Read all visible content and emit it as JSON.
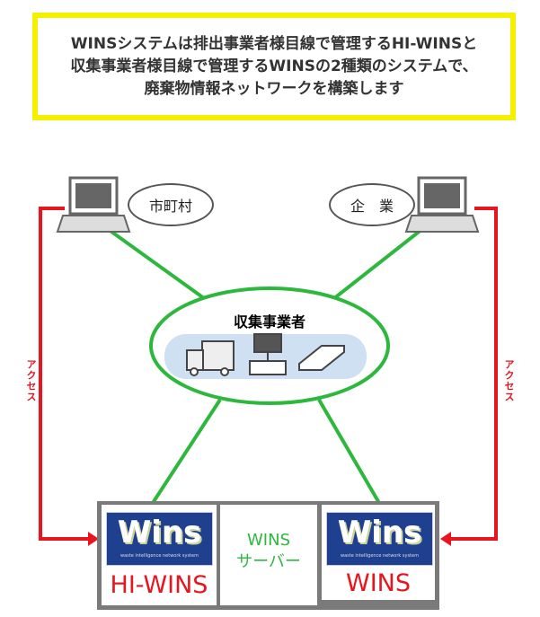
{
  "header": {
    "lines": [
      "WINSシステムは排出事業者様目線で管理するHI-WINSと",
      "収集事業者様目線で管理するWINSの2種類のシステムで、",
      "廃棄物情報ネットワークを構築します"
    ]
  },
  "nodes": {
    "municipality": "市町村",
    "company": "企　業",
    "collector": "収集事業者"
  },
  "access_left": "アクセス",
  "access_right": "アクセス",
  "server": {
    "left_logo": "Wins",
    "left_logo_sub": "waste intelligence network system",
    "left_label": "HI-WINS",
    "center_line1": "WINS",
    "center_line2": "サーバー",
    "right_logo": "Wins",
    "right_logo_sub": "waste intelligence network system",
    "right_label": "WINS"
  },
  "colors": {
    "green": "#2db83d",
    "red": "#e8141e",
    "yellow": "#f5f000",
    "navy": "#1f3f8f"
  }
}
